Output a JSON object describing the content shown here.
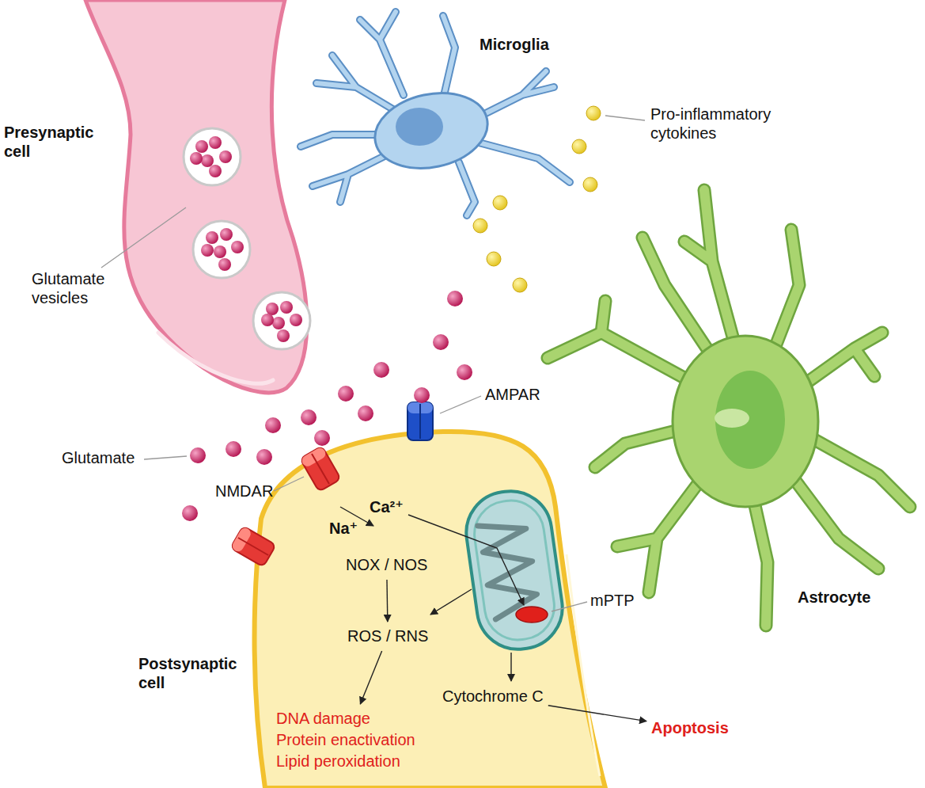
{
  "diagram": {
    "nodes": [
      {
        "text": [
          "NOX / NOS"
        ]
      },
      {
        "text": [
          "ROS / RNS"
        ]
      },
      {
        "text": [
          "Cytochrome C"
        ]
      },
      {
        "text": [
          "DNA damage",
          "Protein enactivation",
          "Lipid peroxidation"
        ]
      },
      {
        "text": [
          "Apoptosis"
        ]
      }
    ],
    "edges": [
      {
        "from": 0,
        "to": 1,
        "arrow": "to"
      },
      {
        "from": 1,
        "to": 3,
        "arrow": "to"
      },
      {
        "from": 2,
        "to": 4,
        "arrow": "to"
      }
    ],
    "labels": [
      "Presynaptic cell",
      "Glutamate vesicles",
      "Microglia",
      "Pro-inflammatory cytokines",
      "AMPAR",
      "Glutamate",
      "NMDAR",
      "Ca²⁺",
      "Na⁺",
      "mPTP",
      "Postsynaptic cell",
      "Astrocyte"
    ]
  }
}
